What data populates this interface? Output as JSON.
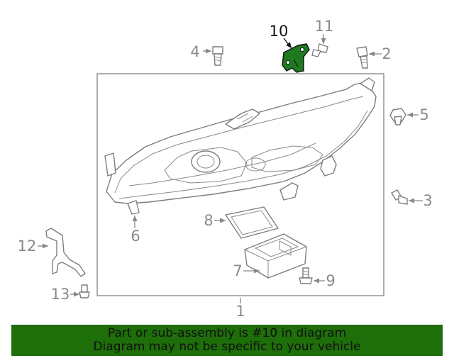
{
  "callouts": {
    "c1": "1",
    "c2": "2",
    "c3": "3",
    "c4": "4",
    "c5": "5",
    "c6": "6",
    "c7": "7",
    "c8": "8",
    "c9": "9",
    "c10": "10",
    "c11": "11",
    "c12": "12",
    "c13": "13"
  },
  "highlight_part": "10",
  "colors": {
    "highlight_fill": "#1e7a1e",
    "banner_bg": "#1e6e0a",
    "banner_text": "#111111",
    "line": "#888888"
  },
  "banner": {
    "line1": "Part or sub-assembly is #10 in diagram",
    "line2": "Diagram may not be specific to your vehicle"
  }
}
